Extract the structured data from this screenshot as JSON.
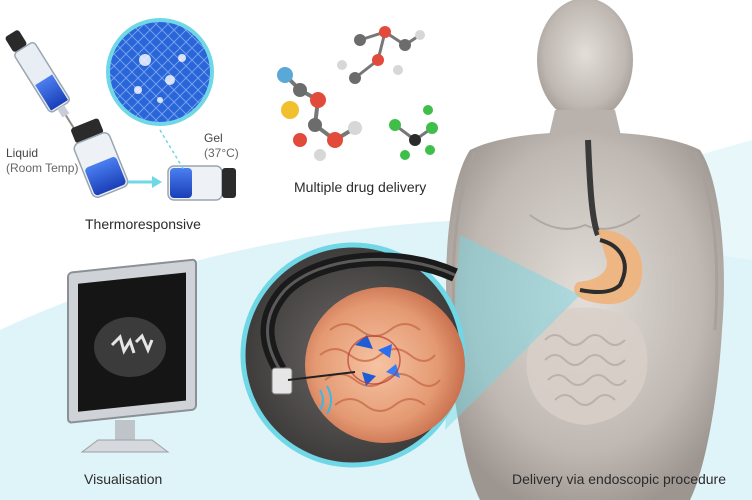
{
  "labels": {
    "liquid": "Liquid",
    "liquid_sub": "(Room Temp)",
    "gel": "Gel",
    "gel_sub": "(37°C)",
    "thermoresponsive": "Thermoresponsive",
    "multiple_drug_delivery": "Multiple drug delivery",
    "visualisation": "Visualisation",
    "delivery_endoscopic": "Delivery via endoscopic procedure"
  },
  "colors": {
    "accent_cyan": "#6fd7e6",
    "gel_blue": "#1e5bd6",
    "tissue": "#e8a07a",
    "skin": "#c9c3bd",
    "stomach": "#f0b27a"
  }
}
